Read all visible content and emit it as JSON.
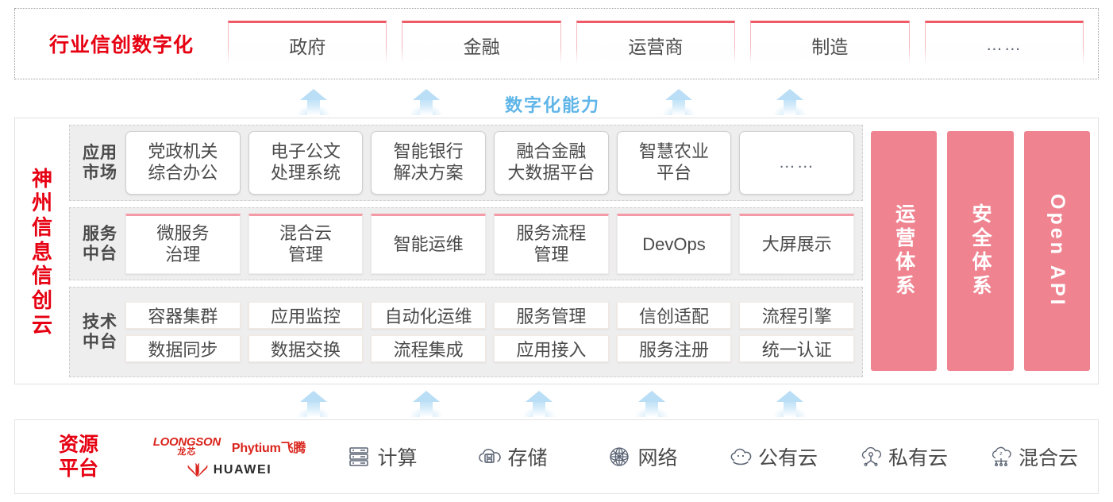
{
  "industry": {
    "title": "行业信创数字化",
    "boxes": [
      {
        "label": "政府"
      },
      {
        "label": "金融"
      },
      {
        "label": "运营商"
      },
      {
        "label": "制造"
      },
      {
        "label": "……"
      }
    ]
  },
  "capability": {
    "label": "数字化能力",
    "arrow_count_top": 4,
    "arrow_count_bottom": 5
  },
  "cloud": {
    "title": "神州信息信创云",
    "layers": [
      {
        "label": "应用\n市场",
        "label_line1": "应用",
        "label_line2": "市场",
        "style": "app",
        "cells": [
          {
            "line1": "党政机关",
            "line2": "综合办公"
          },
          {
            "line1": "电子公文",
            "line2": "处理系统"
          },
          {
            "line1": "智能银行",
            "line2": "解决方案"
          },
          {
            "line1": "融合金融",
            "line2": "大数据平台"
          },
          {
            "line1": "智慧农业",
            "line2": "平台"
          },
          {
            "line1": "……",
            "line2": ""
          }
        ]
      },
      {
        "label_line1": "服务",
        "label_line2": "中台",
        "style": "svc",
        "cells": [
          {
            "line1": "微服务",
            "line2": "治理"
          },
          {
            "line1": "混合云",
            "line2": "管理"
          },
          {
            "line1": "智能运维",
            "line2": ""
          },
          {
            "line1": "服务流程",
            "line2": "管理"
          },
          {
            "line1": "DevOps",
            "line2": ""
          },
          {
            "line1": "大屏展示",
            "line2": ""
          }
        ]
      },
      {
        "label_line1": "技术",
        "label_line2": "中台",
        "style": "tech",
        "rows": [
          [
            "容器集群",
            "应用监控",
            "自动化运维",
            "服务管理",
            "信创适配",
            "流程引擎"
          ],
          [
            "数据同步",
            "数据交换",
            "流程集成",
            "应用接入",
            "服务注册",
            "统一认证"
          ]
        ]
      }
    ],
    "pillars": [
      {
        "text": "运营体系",
        "orientation": "cjk"
      },
      {
        "text": "安全体系",
        "orientation": "cjk"
      },
      {
        "text": "Open API",
        "orientation": "latin"
      }
    ]
  },
  "resource": {
    "title_line1": "资源",
    "title_line2": "平台",
    "vendors": [
      {
        "name_en": "LOONGSON",
        "name_cn": "龙芯"
      },
      {
        "name": "Phytium飞腾"
      },
      {
        "name": "HUAWEI"
      }
    ],
    "items": [
      {
        "label": "计算",
        "icon": "server-icon"
      },
      {
        "label": "存储",
        "icon": "cloud-storage-icon"
      },
      {
        "label": "网络",
        "icon": "network-icon"
      },
      {
        "label": "公有云",
        "icon": "public-cloud-icon"
      },
      {
        "label": "私有云",
        "icon": "private-cloud-icon"
      },
      {
        "label": "混合云",
        "icon": "hybrid-cloud-icon"
      }
    ]
  },
  "colors": {
    "brand_red": "#e60012",
    "pink_pillar": "#ef8490",
    "pink_cap": "#f49aa6",
    "arrow_blue": "#b9def6",
    "capability_text": "#5fb5e8",
    "layer_bg": "#efeeee"
  }
}
